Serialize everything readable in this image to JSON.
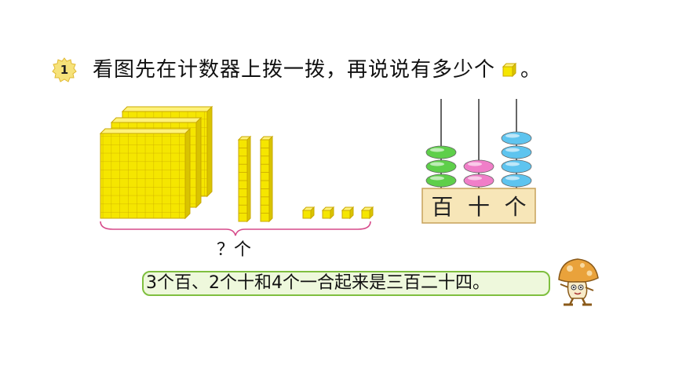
{
  "question": {
    "number": "1",
    "text": "看图先在计数器上拨一拨，再说说有多少个",
    "end_punct": "。"
  },
  "blocks": {
    "hundreds": 3,
    "tens": 2,
    "ones": 4,
    "question_label": "？个",
    "block_color": "#f5e600",
    "grid_line_color": "#c9a800"
  },
  "abacus": {
    "labels": [
      "百",
      "十",
      "个"
    ],
    "beads": {
      "hundreds": 3,
      "tens": 2,
      "ones": 4
    },
    "bead_colors": {
      "hundreds": "#5ecf4a",
      "tens": "#f07ec8",
      "ones": "#5ec4ef"
    },
    "frame_color": "#f7e6b8"
  },
  "answer": {
    "text": "3个百、2个十和4个一合起来是三百二十四。"
  },
  "colors": {
    "bubble_border": "#7fbf3f",
    "bubble_fill": "#eef8dc"
  }
}
